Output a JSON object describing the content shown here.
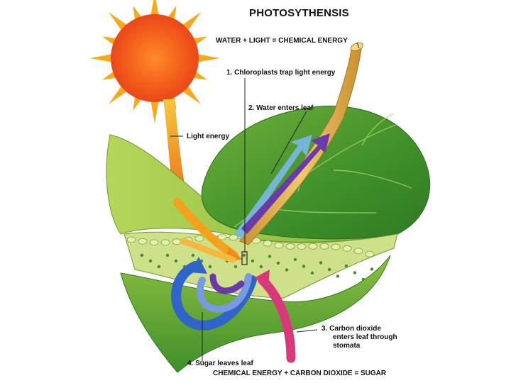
{
  "title": "PHOTOSYTHENSIS",
  "equation_top": "WATER + LIGHT = CHEMICAL ENERGY",
  "equation_bottom": "CHEMICAL ENERGY + CARBON DIOXIDE = SUGAR",
  "labels": {
    "light_energy": "Light energy",
    "step1": "1.  Chloroplasts trap light energy",
    "step2": "2.  Water enters leaf",
    "step3_lines": [
      "3.  Carbon dioxide",
      "enters leaf through",
      "stomata"
    ],
    "step4": "4.  Sugar leaves leaf"
  },
  "colors": {
    "sun_core": "#f25a1a",
    "sun_ray": "#f7a91c",
    "leaf_dark": "#3f8f2a",
    "leaf_light": "#a9cf4a",
    "stem": "#d9a640",
    "water_arrow": "#6fb0e0",
    "sugar_arrow_blue": "#2f64c8",
    "sugar_arrow_purple": "#6a3aa8",
    "co2_arrow": "#d8397a",
    "light_arrow": "#f2a21c"
  }
}
